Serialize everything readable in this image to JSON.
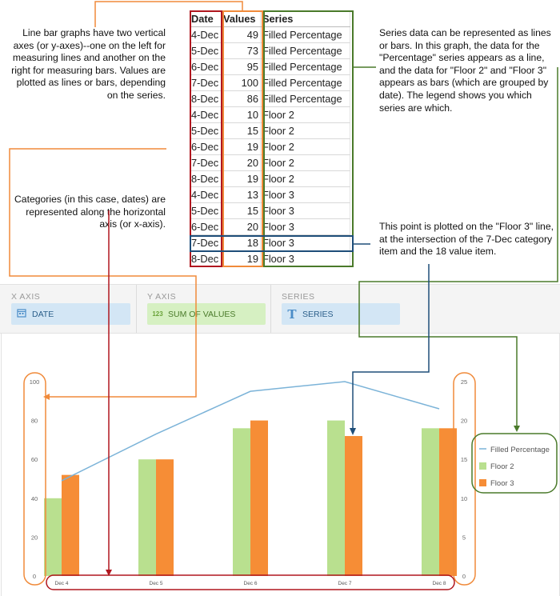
{
  "annotations": {
    "axes": "Line bar graphs have two vertical axes (or y-axes)--one on the left for measuring lines and another on the right for measuring bars. Values are plotted as lines or bars, depending on the series.",
    "categories": "Categories (in this case, dates) are represented along the horizontal axis (or x-axis).",
    "series": "Series data can be represented as lines or bars. In this graph, the data for the \"Percentage\" series appears as a line, and the data for \"Floor 2\" and \"Floor 3\" appears as bars (which are grouped by date). The legend shows you which series are which.",
    "point": "This point is plotted on the \"Floor 3\" line, at the intersection of the 7-Dec category item and the 18 value item."
  },
  "table": {
    "headers": [
      "Date",
      "Values",
      "Series"
    ],
    "rows": [
      [
        "4-Dec",
        "49",
        "Filled Percentage"
      ],
      [
        "5-Dec",
        "73",
        "Filled Percentage"
      ],
      [
        "6-Dec",
        "95",
        "Filled Percentage"
      ],
      [
        "7-Dec",
        "100",
        "Filled Percentage"
      ],
      [
        "8-Dec",
        "86",
        "Filled Percentage"
      ],
      [
        "4-Dec",
        "10",
        "Floor 2"
      ],
      [
        "5-Dec",
        "15",
        "Floor 2"
      ],
      [
        "6-Dec",
        "19",
        "Floor 2"
      ],
      [
        "7-Dec",
        "20",
        "Floor 2"
      ],
      [
        "8-Dec",
        "19",
        "Floor 2"
      ],
      [
        "4-Dec",
        "13",
        "Floor 3"
      ],
      [
        "5-Dec",
        "15",
        "Floor 3"
      ],
      [
        "6-Dec",
        "20",
        "Floor 3"
      ],
      [
        "7-Dec",
        "18",
        "Floor 3"
      ],
      [
        "8-Dec",
        "19",
        "Floor 3"
      ]
    ]
  },
  "fields": {
    "x_axis": {
      "title": "X AXIS",
      "pill": "DATE",
      "icon": "calendar-icon",
      "color": "#d3e6f5"
    },
    "y_axis": {
      "title": "Y AXIS",
      "pill": "SUM OF VALUES",
      "icon_text": "123",
      "icon": "number-icon",
      "color": "#d6f0c2"
    },
    "series": {
      "title": "SERIES",
      "pill": "SERIES",
      "icon_text": "T",
      "icon": "text-type-icon",
      "color": "#d3e6f5"
    }
  },
  "chart_data": {
    "type": "bar",
    "categories": [
      "Dec 4",
      "Dec 5",
      "Dec 6",
      "Dec 7",
      "Dec 8"
    ],
    "line_series": {
      "name": "Filled Percentage",
      "values": [
        49,
        73,
        95,
        100,
        86
      ],
      "axis": "left",
      "color": "#7bb3d8"
    },
    "series": [
      {
        "name": "Floor 2",
        "values": [
          10,
          15,
          19,
          20,
          19
        ],
        "axis": "right",
        "color": "#b9e08f"
      },
      {
        "name": "Floor 3",
        "values": [
          13,
          15,
          20,
          18,
          19
        ],
        "axis": "right",
        "color": "#f68d36"
      }
    ],
    "left_axis": {
      "ylim": [
        0,
        100
      ],
      "ticks": [
        "0",
        "20",
        "40",
        "60",
        "80",
        "100"
      ]
    },
    "right_axis": {
      "ylim": [
        0,
        25
      ],
      "ticks": [
        "0",
        "5",
        "10",
        "15",
        "20",
        "25"
      ]
    },
    "legend_placement": "right",
    "grid": false
  },
  "colors": {
    "orange_callout": "#f08a3a",
    "red_callout": "#b0171f",
    "green_callout": "#4a7a2a",
    "navy_callout": "#1f4e79"
  }
}
